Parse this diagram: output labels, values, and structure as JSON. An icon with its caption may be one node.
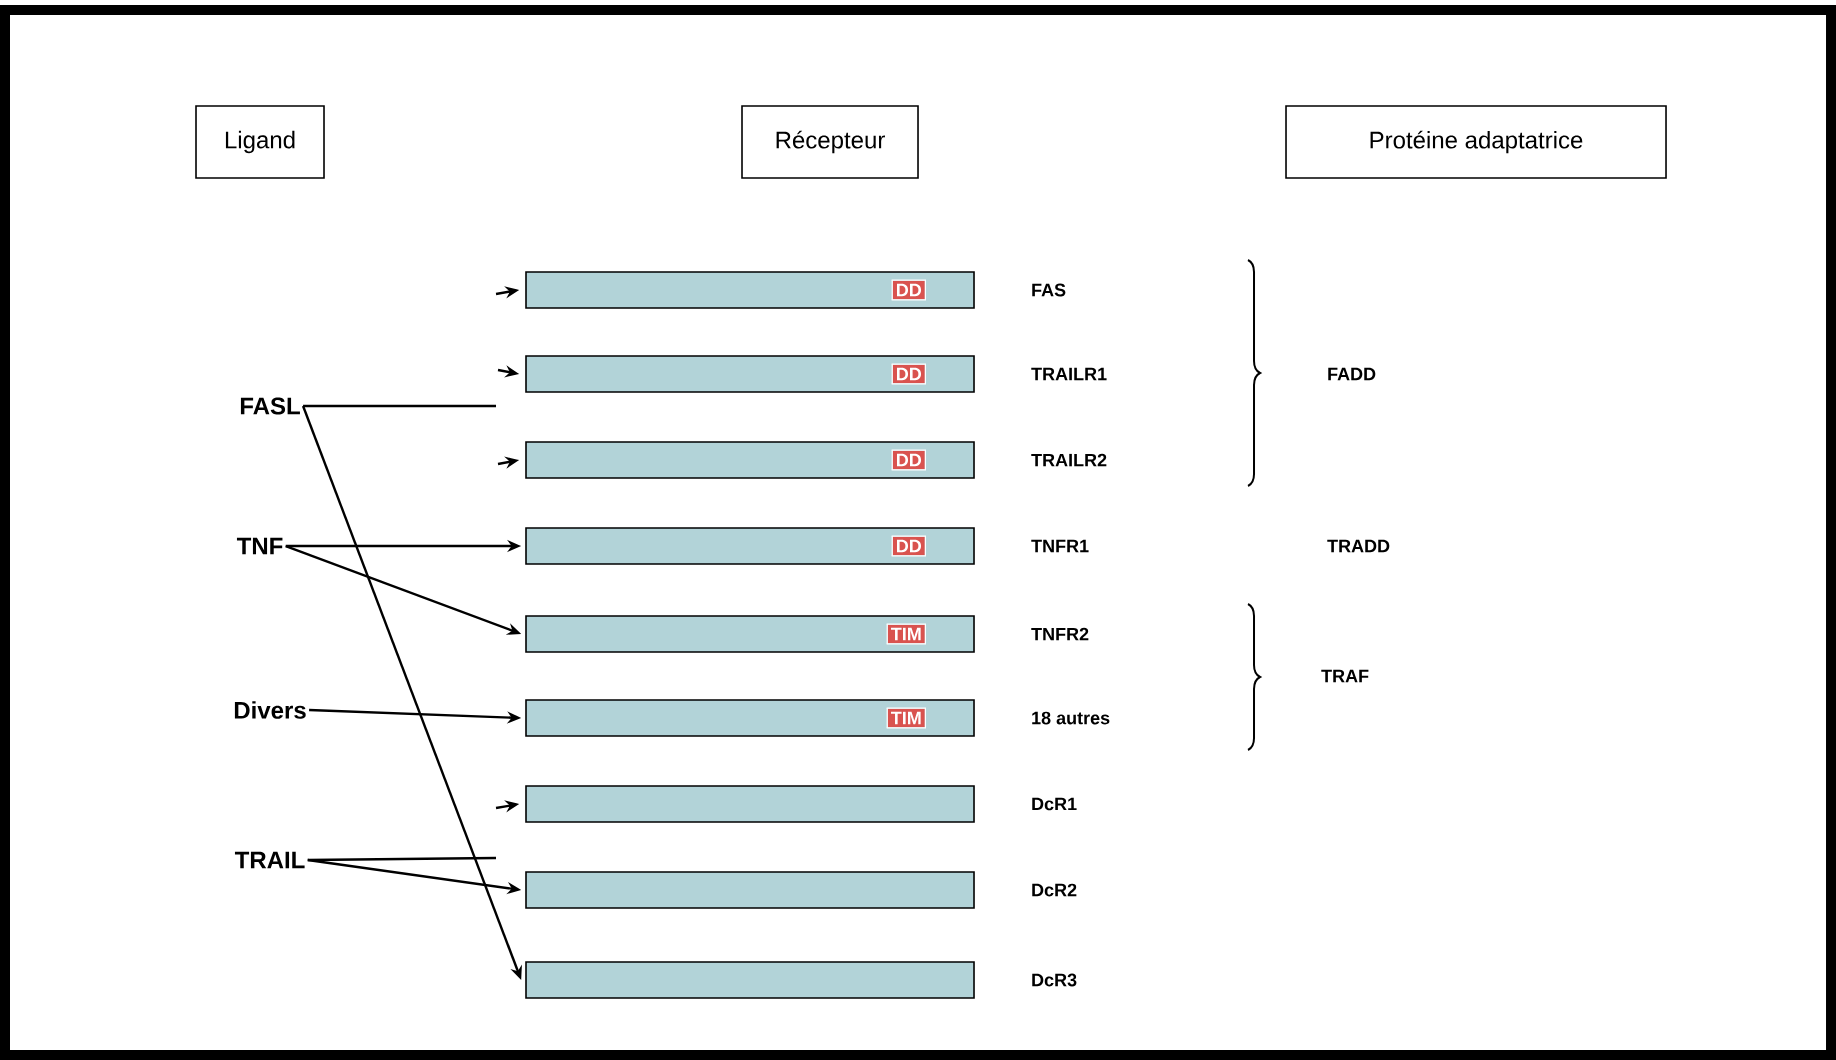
{
  "diagram": {
    "nodes": [
      {
        "text": [
          "Ligand"
        ]
      },
      {
        "text": [
          "Récepteur"
        ]
      },
      {
        "text": [
          "Protéine adaptatrice"
        ]
      },
      {
        "text": [
          "FASL"
        ]
      },
      {
        "text": [
          "TNF"
        ]
      },
      {
        "text": [
          "Divers"
        ]
      },
      {
        "text": [
          "TRAIL"
        ]
      },
      {
        "text": [
          "DD"
        ],
        "beside": [
          "FAS"
        ]
      },
      {
        "text": [
          "DD"
        ],
        "beside": [
          "TRAILR1"
        ]
      },
      {
        "text": [
          "DD"
        ],
        "beside": [
          "TRAILR2"
        ]
      },
      {
        "text": [
          "DD"
        ],
        "beside": [
          "TNFR1"
        ]
      },
      {
        "text": [
          "TIM"
        ],
        "beside": [
          "TNFR2"
        ]
      },
      {
        "text": [
          "TIM"
        ],
        "beside": [
          "18 autres"
        ]
      },
      {
        "text": [],
        "shape": "bar",
        "beside": [
          "DcR1"
        ]
      },
      {
        "text": [],
        "shape": "bar",
        "beside": [
          "DcR2"
        ]
      },
      {
        "text": [],
        "shape": "bar",
        "beside": [
          "DcR3"
        ]
      }
    ],
    "edges": [
      {
        "from": 3,
        "to": null,
        "arrow": "none"
      },
      {
        "from": 3,
        "to": 15,
        "arrow": "to"
      },
      {
        "from": 4,
        "to": 10,
        "arrow": "to"
      },
      {
        "from": 4,
        "to": 11,
        "arrow": "to"
      },
      {
        "from": 5,
        "to": 12,
        "arrow": "to"
      },
      {
        "from": 6,
        "to": null,
        "arrow": "none"
      },
      {
        "from": 6,
        "to": 14,
        "arrow": "to"
      },
      {
        "from": null,
        "to": 7,
        "arrow": "to"
      },
      {
        "from": null,
        "to": 8,
        "arrow": "to"
      },
      {
        "from": null,
        "to": 9,
        "arrow": "to"
      },
      {
        "from": null,
        "to": 13,
        "arrow": "to"
      }
    ],
    "labels": [
      "FADD",
      "TRADD",
      "TRAF"
    ]
  }
}
